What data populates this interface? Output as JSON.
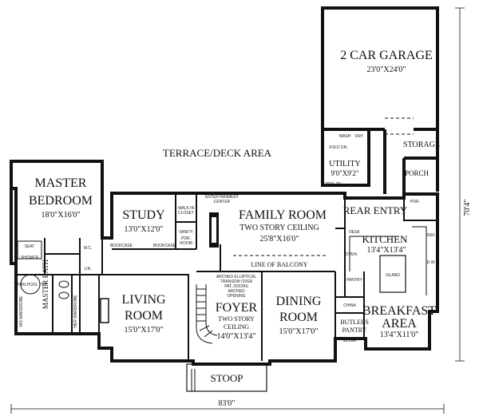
{
  "rooms": {
    "garage": {
      "name": "2 CAR GARAGE",
      "dims": "23'0\"X24'0\""
    },
    "terrace": {
      "name": "TERRACE/DECK AREA"
    },
    "master_bedroom": {
      "name_line1": "MASTER",
      "name_line2": "BEDROOM",
      "dims": "18'0\"X16'0\""
    },
    "study": {
      "name": "STUDY",
      "dims": "13'0\"X12'0\""
    },
    "family_room": {
      "name": "FAMILY ROOM",
      "note": "TWO STORY CEILING",
      "dims": "25'8\"X16'0\""
    },
    "rear_entry": {
      "name": "REAR ENTRY"
    },
    "kitchen": {
      "name": "KITCHEN",
      "dims": "13'4\"X13'4\""
    },
    "utility": {
      "name": "UTILITY",
      "dims": "9'0\"X9'2\""
    },
    "storage": {
      "name": "STORAGE"
    },
    "porch": {
      "name": "PORCH"
    },
    "master_bath": {
      "name": "MASTER BATH"
    },
    "living_room": {
      "name_line1": "LIVING",
      "name_line2": "ROOM",
      "dims": "15'0\"X17'0\""
    },
    "foyer": {
      "name": "FOYER",
      "note_line1": "TWO STORY",
      "note_line2": "CEILING",
      "dims": "14'0\"X13'4\""
    },
    "dining_room": {
      "name_line1": "DINING",
      "name_line2": "ROOM",
      "dims": "15'0\"X17'0\""
    },
    "breakfast": {
      "name_line1": "BREAKFAST",
      "name_line2": "AREA",
      "dims": "13'4\"X11'0\""
    },
    "butlers_pantry": {
      "name_line1": "BUTLERS",
      "name_line2": "PANTRY"
    },
    "stoop": {
      "name": "STOOP"
    }
  },
  "labels": {
    "line_of_balcony": "LINE OF BALCONY",
    "entertainment_center_1": "ENTERTAINMENT",
    "entertainment_center_2": "CENTER",
    "walk_in_closet_1": "WALK IN",
    "walk_in_closet_2": "CLOSET",
    "pdr_room_1": "PDR.",
    "pdr_room_2": "ROOM",
    "pdr_room_kitchen": "PDR.",
    "bookcase": "BOOKCASE",
    "vanity": "VANITY",
    "his_wardrobe": "HIS WARDROBE",
    "her_wardrobe": "HER WARDROBE",
    "wc": "W.C.",
    "lin": "LIN.",
    "shower": "SHOWER",
    "seat": "SEAT",
    "whirlpool": "WHIRLPOOL TUB",
    "arched_1": "ARCHED ELLIPTICAL",
    "arched_2": "TRANSOM OVER",
    "arched_3": "PAT. DOORS",
    "arched_opening_1": "ARCHED",
    "arched_opening_2": "OPENING",
    "desk": "DESK",
    "island": "ISLAND",
    "pantry": "PANTRY",
    "china": "CHINA",
    "silver": "SILVER",
    "fold_dn": "FOLD DN.",
    "wash": "WASH",
    "dry": "DRY",
    "drop_zone": "DRP. ZN.",
    "ref": "REF",
    "dw": "D.W.",
    "ovens": "OVEN"
  },
  "dimensions": {
    "width": "83'0\"",
    "depth": "70'4\""
  }
}
